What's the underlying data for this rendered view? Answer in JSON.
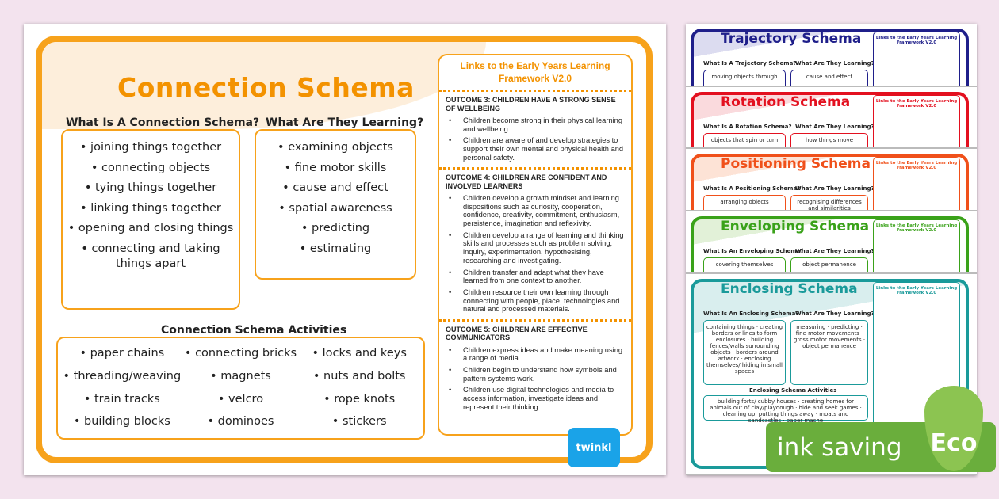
{
  "main": {
    "title": "Connection Schema",
    "what_heading": "What Is A Connection Schema?",
    "what_items": [
      "joining things together",
      "connecting objects",
      "tying things together",
      "linking things together",
      "opening and closing things",
      "connecting and taking things apart"
    ],
    "learning_heading": "What Are They Learning?",
    "learning_items": [
      "examining objects",
      "fine motor skills",
      "cause and effect",
      "spatial awareness",
      "predicting",
      "estimating"
    ],
    "activities_heading": "Connection Schema Activities",
    "activities": [
      "paper chains",
      "connecting bricks",
      "locks and keys",
      "threading/weaving",
      "magnets",
      "nuts and bolts",
      "train tracks",
      "velcro",
      "rope knots",
      "building blocks",
      "dominoes",
      "stickers"
    ],
    "panel": {
      "title": "Links to the Early Years Learning Framework V2.0",
      "outcomes": [
        {
          "heading": "OUTCOME 3: CHILDREN HAVE A STRONG SENSE OF WELLBEING",
          "items": [
            "Children become strong in their physical learning and wellbeing.",
            "Children are aware of and develop strategies to support their own mental and physical health and personal safety."
          ]
        },
        {
          "heading": "OUTCOME 4: CHILDREN ARE CONFIDENT AND INVOLVED LEARNERS",
          "items": [
            "Children develop a growth mindset and learning dispositions such as curiosity, cooperation, confidence, creativity, commitment, enthusiasm, persistence, imagination and reflexivity.",
            "Children develop a range of learning and thinking skills and processes such as problem solving, inquiry, experimentation, hypothesising, researching and investigating.",
            "Children transfer and adapt what they have learned from one context to another.",
            "Children resource their own learning through connecting with people, place, technologies and natural and processed materials."
          ]
        },
        {
          "heading": "OUTCOME 5: CHILDREN ARE EFFECTIVE COMMUNICATORS",
          "items": [
            "Children express ideas and make meaning using a range of media.",
            "Children begin to understand how symbols and pattern systems work.",
            "Children use digital technologies and media to access information, investigate ideas and represent their thinking."
          ]
        }
      ]
    },
    "logo": "twinkl",
    "accent": "#f7a21b"
  },
  "variants": [
    {
      "title": "Trajectory Schema",
      "what": "What Is A Trajectory Schema?",
      "learning": "What Are They Learning?",
      "item1": "moving objects through",
      "item2": "cause and effect",
      "panel": "Links to the Early Years Learning Framework V2.0",
      "color": "#1f1f8a",
      "tint": "#dcdcf0"
    },
    {
      "title": "Rotation Schema",
      "what": "What Is A Rotation Schema?",
      "learning": "What Are They Learning?",
      "item1": "objects that spin or turn",
      "item2": "how things move",
      "panel": "Links to the Early Years Learning Framework V2.0",
      "color": "#e3101f",
      "tint": "#fadadd"
    },
    {
      "title": "Positioning Schema",
      "what": "What Is A Positioning Schema?",
      "learning": "What Are They Learning?",
      "item1": "arranging objects",
      "item2": "recognising differences and similarities",
      "panel": "Links to the Early Years Learning Framework V2.0",
      "color": "#f0501a",
      "tint": "#fde3d6"
    },
    {
      "title": "Enveloping Schema",
      "what": "What Is An Enveloping Schema?",
      "learning": "What Are They Learning?",
      "item1": "covering themselves",
      "item2": "object permanence",
      "panel": "Links to the Early Years Learning Framework V2.0",
      "color": "#3aa21a",
      "tint": "#e2f1d8"
    },
    {
      "title": "Enclosing Schema",
      "what": "What Is An Enclosing Schema?",
      "learning": "What Are They Learning?",
      "item1": "containing things · creating borders or lines to form enclosures · building fences/walls surrounding objects · borders around artwork · enclosing themselves/ hiding in small spaces",
      "item2": "measuring · predicting · fine motor movements · gross motor movements · object permanence",
      "panel": "Links to the Early Years Learning Framework V2.0",
      "color": "#1a9a9a",
      "tint": "#d9eeee",
      "activities_heading": "Enclosing Schema Activities",
      "activities": "building forts/ cubby houses · creating homes for animals out of clay/playdough · hide and seek games · cleaning up, putting things away · moats and sandcastles · paper mache"
    }
  ],
  "badge": {
    "text": "ink saving",
    "leaf": "Eco",
    "color": "#6aae3c"
  }
}
